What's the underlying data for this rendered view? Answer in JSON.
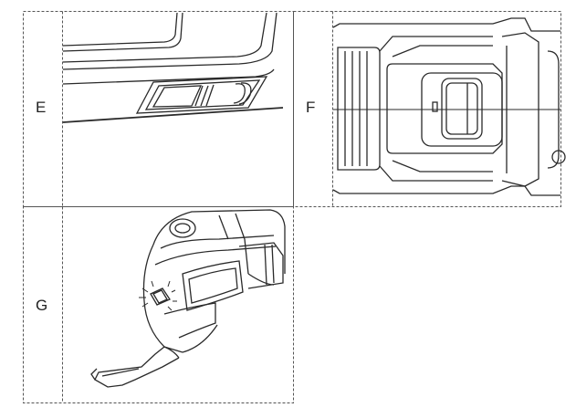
{
  "panels": {
    "e": {
      "label": "E"
    },
    "f": {
      "label": "F"
    },
    "g": {
      "label": "G"
    }
  },
  "colors": {
    "line": "#2a2a2a",
    "dashed_border": "#555555",
    "background": "#ffffff"
  }
}
